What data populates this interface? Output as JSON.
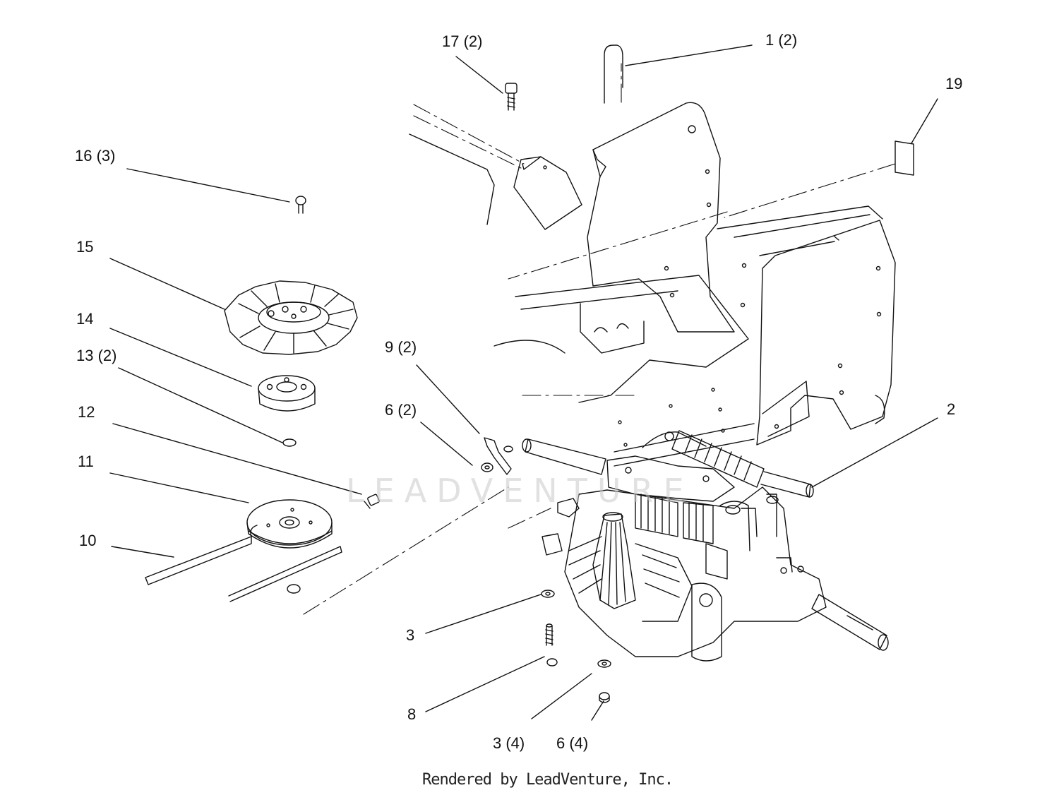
{
  "labels": {
    "l1": "1 (2)",
    "l2": "2",
    "l3a": "3",
    "l3b": "3 (4)",
    "l6a": "6 (2)",
    "l6b": "6 (4)",
    "l8": "8",
    "l9": "9 (2)",
    "l10": "10",
    "l11": "11",
    "l12": "12",
    "l13": "13 (2)",
    "l14": "14",
    "l15": "15",
    "l16": "16 (3)",
    "l17": "17 (2)",
    "l19": "19"
  },
  "watermark": "LEADVENTURE",
  "footer": "Rendered by LeadVenture, Inc.",
  "colors": {
    "ink": "#111111",
    "watermark": "#c9c9c9"
  }
}
